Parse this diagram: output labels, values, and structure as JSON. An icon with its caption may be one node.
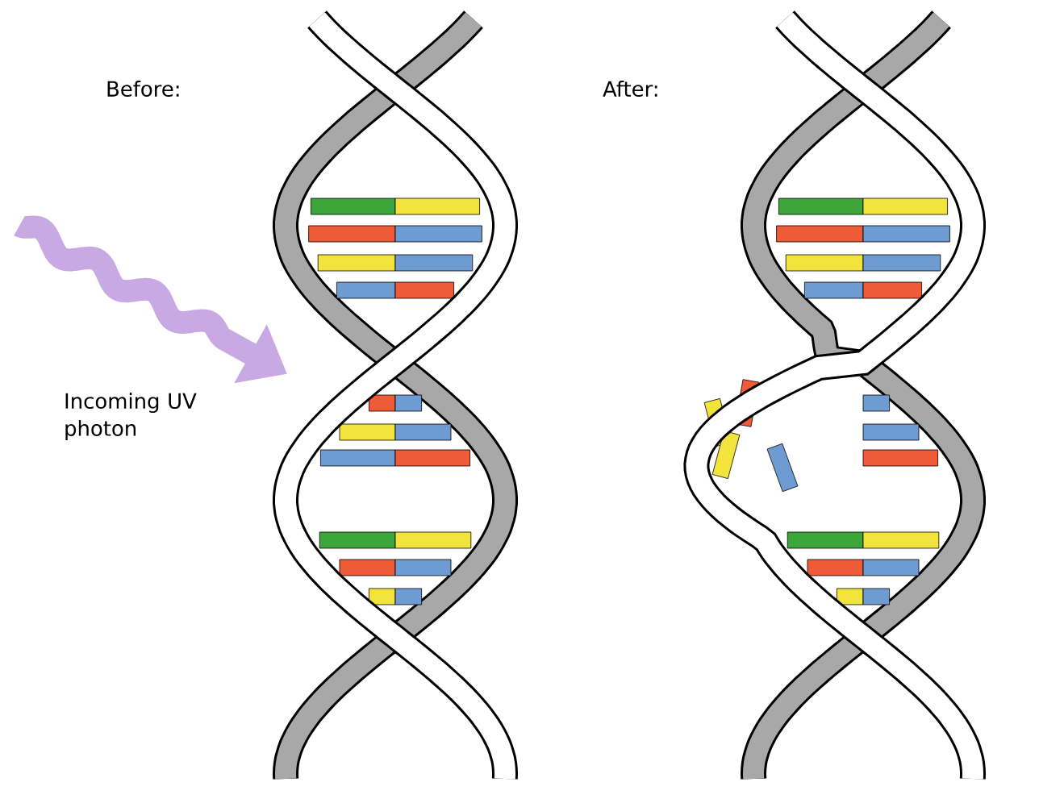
{
  "diagram": {
    "labels": [
      "Before:",
      "After:",
      "Incoming UV photon"
    ]
  }
}
